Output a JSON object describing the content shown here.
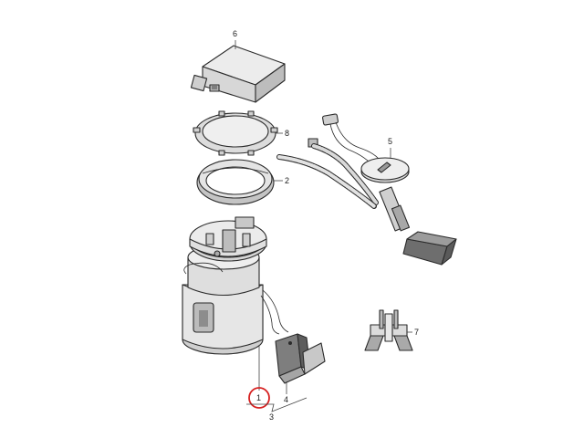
{
  "callouts": {
    "c1": "1",
    "c2": "2",
    "c3": "3",
    "c4": "4",
    "c5": "5",
    "c6": "6",
    "c7": "7",
    "c8": "8"
  },
  "colors": {
    "part_fill": "#e9e9e9",
    "part_shade": "#c9c9c9",
    "part_dark": "#7d7d7d",
    "highlight_circle": "#d62020"
  }
}
